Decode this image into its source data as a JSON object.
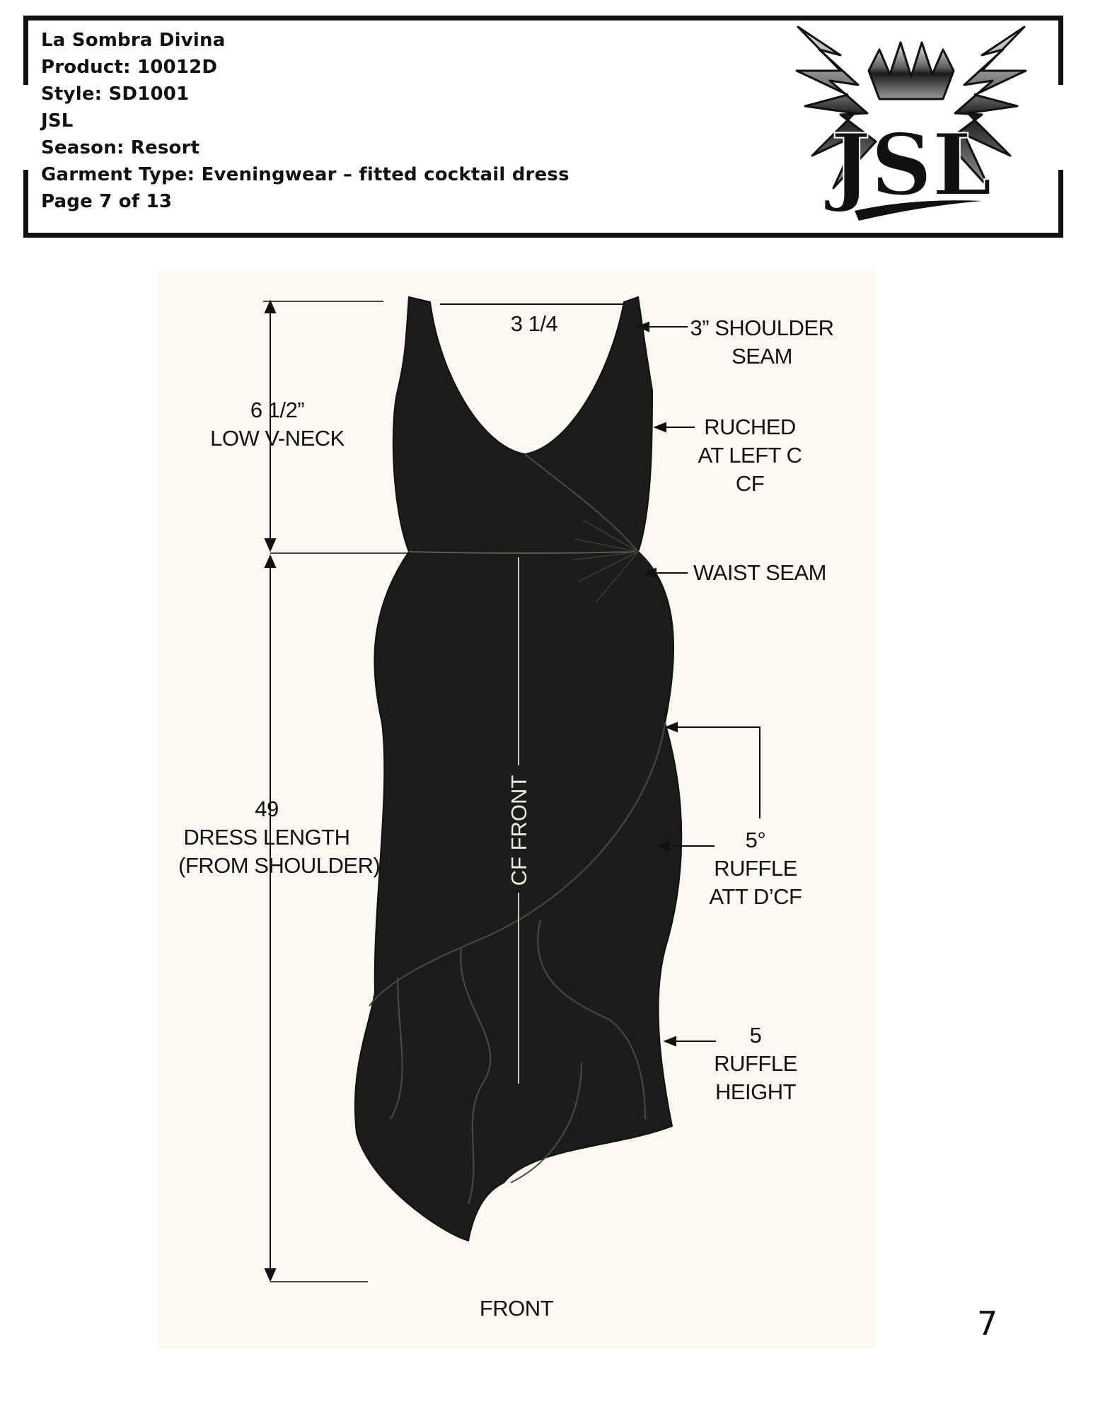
{
  "header": {
    "line_brand": "La Sombra Divina",
    "line_product": "Product: 10012D",
    "line_style": "Style: SD1001",
    "line_label": "JSL",
    "line_season": "Season: Resort",
    "line_garment": "Garment Type: Eveningwear – fitted cocktail dress",
    "line_page": "Page 7 of 13",
    "logo_text": "JSL"
  },
  "sketch": {
    "shoulder_width": "3 1/4",
    "shoulder_seam": [
      "3” SHOULDER",
      "SEAM"
    ],
    "neck_depth": "6 1/2”",
    "neck_label": "LOW V-NECK",
    "ruched": [
      "RUCHED",
      "AT LEFT C",
      "CF"
    ],
    "waist_seam": "WAIST SEAM",
    "dress_length_value": "49",
    "dress_length_label": "DRESS LENGTH",
    "dress_length_note": "(FROM SHOULDER)",
    "center_front": "CF FRONT",
    "ruffle_att_value": "5°",
    "ruffle_att_label": [
      "RUFFLE",
      "ATT D’CF"
    ],
    "ruffle_height_value": "5",
    "ruffle_height_label": [
      "RUFFLE",
      "HEIGHT"
    ],
    "view_label": "FRONT"
  },
  "page_number": "7",
  "colors": {
    "garment": "#1c1c1a",
    "panel": "#fbf8f1",
    "ink": "#111111"
  }
}
